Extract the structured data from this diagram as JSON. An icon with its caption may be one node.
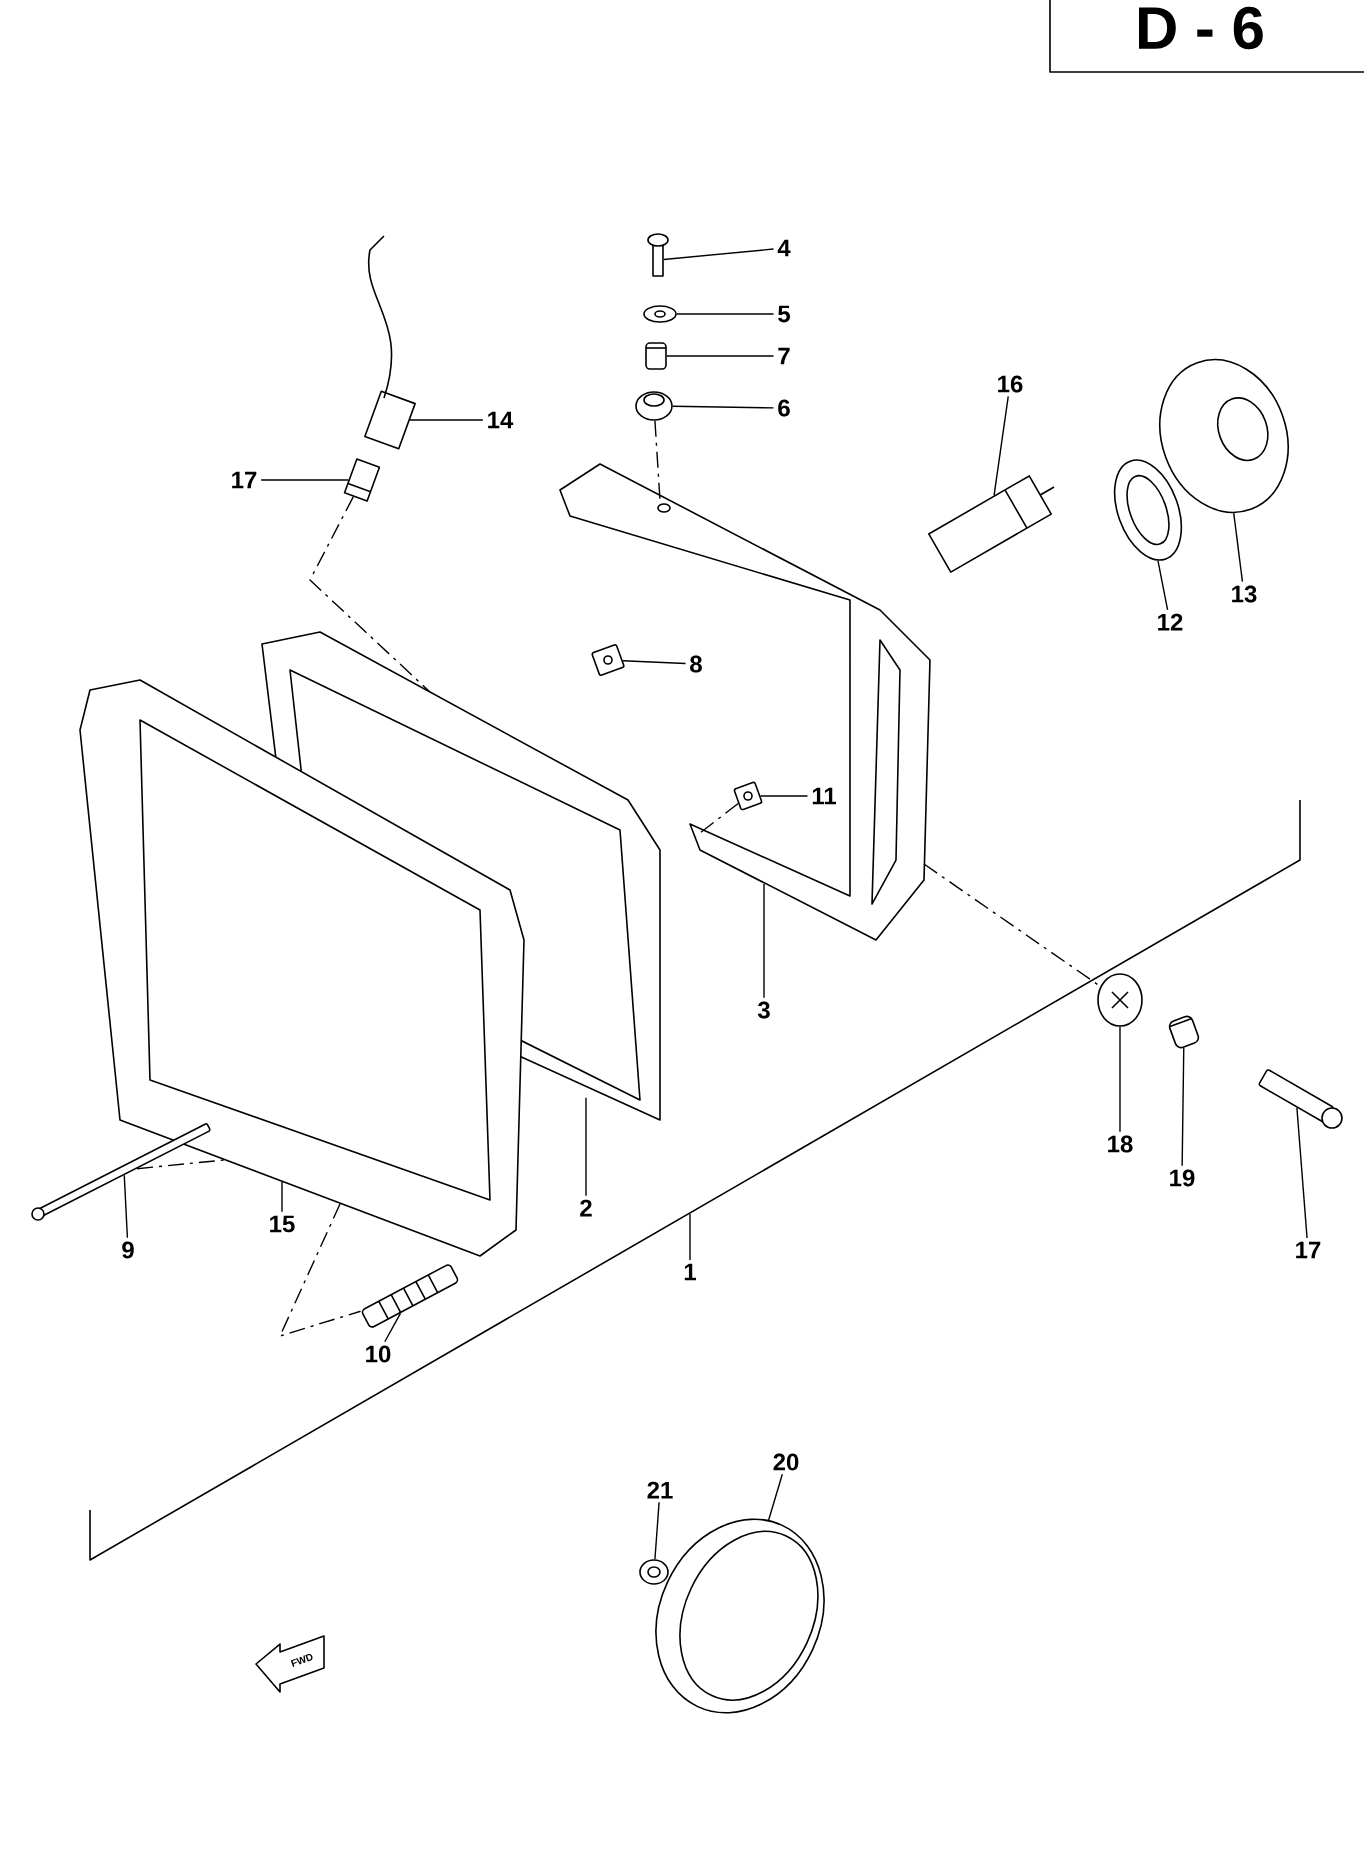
{
  "diagram": {
    "nodes": [
      {
        "text": [
          "4"
        ]
      },
      {
        "text": [],
        "shape": "picture"
      },
      {
        "text": [
          "5"
        ]
      },
      {
        "text": [],
        "shape": "picture"
      },
      {
        "text": [
          "7"
        ]
      },
      {
        "text": [],
        "shape": "picture"
      },
      {
        "text": [
          "16"
        ]
      },
      {
        "text": [],
        "shape": "picture"
      },
      {
        "text": [
          "6"
        ]
      },
      {
        "text": [],
        "shape": "picture"
      },
      {
        "text": [
          "14"
        ]
      },
      {
        "text": [],
        "shape": "picture"
      },
      {
        "text": [
          "17"
        ]
      },
      {
        "text": [],
        "shape": "picture"
      },
      {
        "text": [
          "13"
        ]
      },
      {
        "text": [],
        "shape": "picture"
      },
      {
        "text": [
          "12"
        ]
      },
      {
        "text": [],
        "shape": "picture"
      },
      {
        "text": [
          "8"
        ]
      },
      {
        "text": [],
        "shape": "picture"
      },
      {
        "text": [
          "11"
        ]
      },
      {
        "text": [],
        "shape": "picture"
      },
      {
        "text": [
          "3"
        ]
      },
      {
        "text": [],
        "shape": "picture"
      },
      {
        "text": [
          "18"
        ]
      },
      {
        "text": [],
        "shape": "picture"
      },
      {
        "text": [
          "19"
        ]
      },
      {
        "text": [],
        "shape": "picture"
      },
      {
        "text": [
          "2"
        ]
      },
      {
        "text": [],
        "shape": "picture"
      },
      {
        "text": [
          "15"
        ]
      },
      {
        "text": [],
        "shape": "picture"
      },
      {
        "text": [
          "9"
        ]
      },
      {
        "text": [],
        "shape": "picture"
      },
      {
        "text": [
          "17"
        ]
      },
      {
        "text": [],
        "shape": "picture"
      },
      {
        "text": [
          "1"
        ]
      },
      {
        "text": [
          "10"
        ]
      },
      {
        "text": [],
        "shape": "picture"
      },
      {
        "text": [
          "20"
        ]
      },
      {
        "text": [],
        "shape": "picture"
      },
      {
        "text": [
          "21"
        ]
      },
      {
        "text": [],
        "shape": "picture"
      }
    ],
    "edges": [
      {
        "from": 0,
        "to": 1,
        "arrow": "none"
      },
      {
        "from": 2,
        "to": 3,
        "arrow": "none"
      },
      {
        "from": 4,
        "to": 5,
        "arrow": "none"
      },
      {
        "from": 6,
        "to": 7,
        "arrow": "none"
      },
      {
        "from": 8,
        "to": 9,
        "arrow": "none"
      },
      {
        "from": 10,
        "to": 11,
        "arrow": "none"
      },
      {
        "from": 12,
        "to": 13,
        "arrow": "none"
      },
      {
        "from": 14,
        "to": 15,
        "arrow": "none"
      },
      {
        "from": 16,
        "to": 17,
        "arrow": "none"
      },
      {
        "from": 18,
        "to": 19,
        "arrow": "none"
      },
      {
        "from": 20,
        "to": 21,
        "arrow": "none"
      },
      {
        "from": 22,
        "to": 23,
        "arrow": "none"
      },
      {
        "from": 24,
        "to": 25,
        "arrow": "none"
      },
      {
        "from": 26,
        "to": 27,
        "arrow": "none"
      },
      {
        "from": 28,
        "to": 29,
        "arrow": "none"
      },
      {
        "from": 30,
        "to": 31,
        "arrow": "none"
      },
      {
        "from": 32,
        "to": 33,
        "arrow": "none"
      },
      {
        "from": 34,
        "to": 35,
        "arrow": "none"
      },
      {
        "from": 36,
        "to": null,
        "arrow": "none"
      },
      {
        "from": 37,
        "to": 38,
        "arrow": "none"
      },
      {
        "from": 39,
        "to": 40,
        "arrow": "none"
      },
      {
        "from": 41,
        "to": 42,
        "arrow": "none"
      },
      {
        "from": 13,
        "to": 29,
        "arrow": "none",
        "style": "dashed"
      },
      {
        "from": 9,
        "to": 23,
        "arrow": "none",
        "style": "dashed"
      },
      {
        "from": 21,
        "to": 23,
        "arrow": "none",
        "style": "dashed"
      },
      {
        "from": 23,
        "to": 25,
        "arrow": "none",
        "style": "dashed"
      },
      {
        "from": 31,
        "to": 38,
        "arrow": "none",
        "style": "dashed"
      },
      {
        "from": 33,
        "to": 31,
        "arrow": "none",
        "style": "dashed"
      }
    ],
    "labels": [
      "D - 6",
      "FWD"
    ]
  }
}
